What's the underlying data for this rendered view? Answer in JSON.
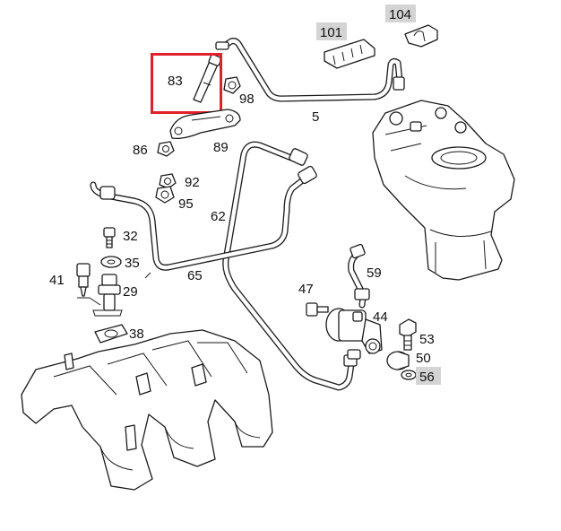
{
  "diagram": {
    "highlight_color": "#e0202a",
    "label_bg_color": "#d4d4d4",
    "labels": [
      {
        "id": "p83",
        "text": "83",
        "x": 0,
        "y": 0
      },
      {
        "id": "p98",
        "text": "98"
      },
      {
        "id": "p5",
        "text": "5"
      },
      {
        "id": "p101",
        "text": "101",
        "shaded": true
      },
      {
        "id": "p104",
        "text": "104",
        "shaded": true
      },
      {
        "id": "p86",
        "text": "86"
      },
      {
        "id": "p89",
        "text": "89"
      },
      {
        "id": "p92",
        "text": "92"
      },
      {
        "id": "p95",
        "text": "95"
      },
      {
        "id": "p62",
        "text": "62"
      },
      {
        "id": "p32",
        "text": "32"
      },
      {
        "id": "p35",
        "text": "35"
      },
      {
        "id": "p41",
        "text": "41"
      },
      {
        "id": "p29",
        "text": "29"
      },
      {
        "id": "p65",
        "text": "65"
      },
      {
        "id": "p38",
        "text": "38"
      },
      {
        "id": "p59",
        "text": "59"
      },
      {
        "id": "p47",
        "text": "47"
      },
      {
        "id": "p44",
        "text": "44"
      },
      {
        "id": "p53",
        "text": "53"
      },
      {
        "id": "p50",
        "text": "50"
      },
      {
        "id": "p56",
        "text": "56",
        "shaded": true
      }
    ]
  }
}
